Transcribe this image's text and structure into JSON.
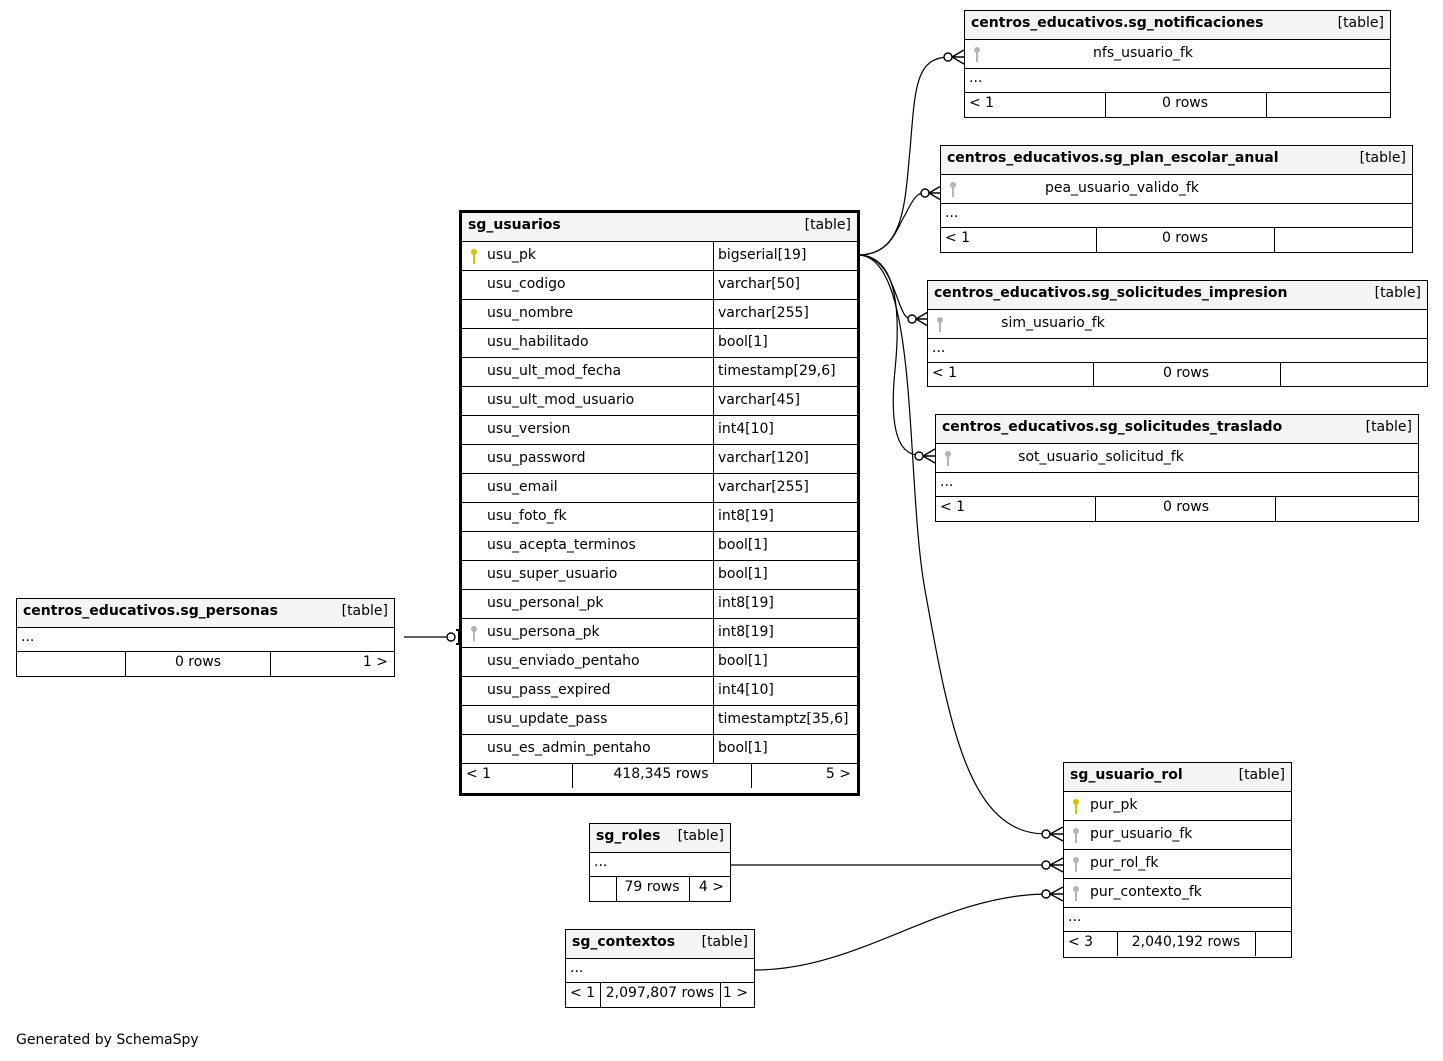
{
  "main_table": {
    "name": "sg_usuarios",
    "type_tag": "[table]",
    "columns": [
      {
        "name": "usu_pk",
        "type": "bigserial[19]",
        "key": "primary"
      },
      {
        "name": "usu_codigo",
        "type": "varchar[50]",
        "key": ""
      },
      {
        "name": "usu_nombre",
        "type": "varchar[255]",
        "key": ""
      },
      {
        "name": "usu_habilitado",
        "type": "bool[1]",
        "key": ""
      },
      {
        "name": "usu_ult_mod_fecha",
        "type": "timestamp[29,6]",
        "key": ""
      },
      {
        "name": "usu_ult_mod_usuario",
        "type": "varchar[45]",
        "key": ""
      },
      {
        "name": "usu_version",
        "type": "int4[10]",
        "key": ""
      },
      {
        "name": "usu_password",
        "type": "varchar[120]",
        "key": ""
      },
      {
        "name": "usu_email",
        "type": "varchar[255]",
        "key": ""
      },
      {
        "name": "usu_foto_fk",
        "type": "int8[19]",
        "key": ""
      },
      {
        "name": "usu_acepta_terminos",
        "type": "bool[1]",
        "key": ""
      },
      {
        "name": "usu_super_usuario",
        "type": "bool[1]",
        "key": ""
      },
      {
        "name": "usu_personal_pk",
        "type": "int8[19]",
        "key": ""
      },
      {
        "name": "usu_persona_pk",
        "type": "int8[19]",
        "key": "foreign"
      },
      {
        "name": "usu_enviado_pentaho",
        "type": "bool[1]",
        "key": ""
      },
      {
        "name": "usu_pass_expired",
        "type": "int4[10]",
        "key": ""
      },
      {
        "name": "usu_update_pass",
        "type": "timestamptz[35,6]",
        "key": ""
      },
      {
        "name": "usu_es_admin_pentaho",
        "type": "bool[1]",
        "key": ""
      }
    ],
    "footer": {
      "left": "< 1",
      "rows": "418,345 rows",
      "right": "5 >"
    }
  },
  "child_tables": [
    {
      "name": "centros_educativos.sg_notificaciones",
      "type_tag": "[table]",
      "fk_column": "nfs_usuario_fk",
      "ellipsis": "...",
      "footer": {
        "left": "< 1",
        "rows": "0 rows",
        "right": ""
      }
    },
    {
      "name": "centros_educativos.sg_plan_escolar_anual",
      "type_tag": "[table]",
      "fk_column": "pea_usuario_valido_fk",
      "ellipsis": "...",
      "footer": {
        "left": "< 1",
        "rows": "0 rows",
        "right": ""
      }
    },
    {
      "name": "centros_educativos.sg_solicitudes_impresion",
      "type_tag": "[table]",
      "fk_column": "sim_usuario_fk",
      "ellipsis": "...",
      "footer": {
        "left": "< 1",
        "rows": "0 rows",
        "right": ""
      }
    },
    {
      "name": "centros_educativos.sg_solicitudes_traslado",
      "type_tag": "[table]",
      "fk_column": "sot_usuario_solicitud_fk",
      "ellipsis": "...",
      "footer": {
        "left": "< 1",
        "rows": "0 rows",
        "right": ""
      }
    }
  ],
  "personas": {
    "name": "centros_educativos.sg_personas",
    "type_tag": "[table]",
    "ellipsis": "...",
    "footer": {
      "left": "",
      "rows": "0 rows",
      "right": "1 >"
    }
  },
  "roles": {
    "name": "sg_roles",
    "type_tag": "[table]",
    "ellipsis": "...",
    "footer": {
      "left": "",
      "rows": "79 rows",
      "right": "4 >"
    }
  },
  "contextos": {
    "name": "sg_contextos",
    "type_tag": "[table]",
    "ellipsis": "...",
    "footer": {
      "left": "< 1",
      "rows": "2,097,807 rows",
      "right": "1 >"
    }
  },
  "usuario_rol": {
    "name": "sg_usuario_rol",
    "type_tag": "[table]",
    "columns": [
      {
        "name": "pur_pk",
        "key": "primary"
      },
      {
        "name": "pur_usuario_fk",
        "key": "foreign"
      },
      {
        "name": "pur_rol_fk",
        "key": "foreign"
      },
      {
        "name": "pur_contexto_fk",
        "key": "foreign"
      }
    ],
    "ellipsis": "...",
    "footer": {
      "left": "< 3",
      "rows": "2,040,192 rows",
      "right": ""
    }
  },
  "credit": "Generated by SchemaSpy",
  "colors": {
    "primary_key": "#d9c400",
    "foreign_key": "#b4b4b4",
    "header_bg": "#f4f4f4",
    "line": "#000000"
  }
}
